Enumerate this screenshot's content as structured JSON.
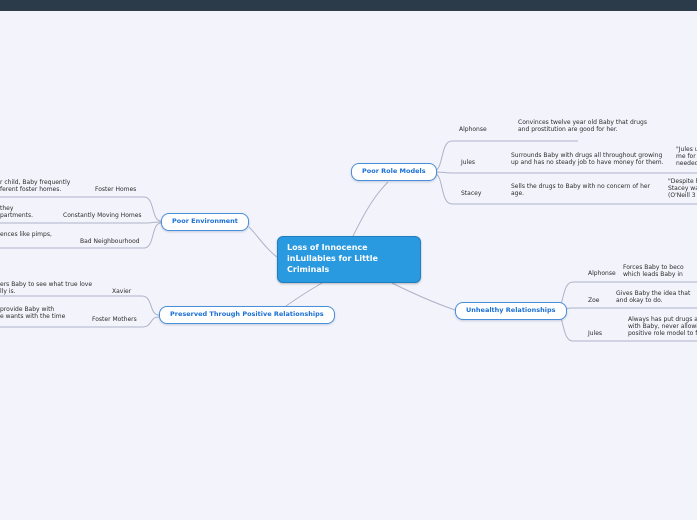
{
  "root": {
    "line1": "Loss of Innocence",
    "line2": "inLullabies for Little",
    "line3": "Criminals"
  },
  "prm": {
    "label": "Poor Role Models",
    "alphonse": {
      "name": "Alphonse",
      "line1": "Convinces twelve year old Baby that drugs",
      "line2": "and prostitution are good for her."
    },
    "jules": {
      "name": "Jules",
      "line1": "Surrounds Baby with drugs all throughout growing",
      "line2": "up and has no steady job to have money for them."
    },
    "stacey": {
      "name": "Stacey",
      "line1": "Sells the drugs to Baby with no concern of her",
      "line2": "age."
    },
    "jules_quote": {
      "line1": "\"Jules u",
      "line2": "me for",
      "line3": "needed"
    },
    "stacey_quote": {
      "line1": "\"Despite h",
      "line2": "Stacey wa",
      "line3": "(O'Neill 3"
    }
  },
  "env": {
    "label": "Poor Environment",
    "foster_homes": {
      "label": "Foster Homes",
      "line1": "r child, Baby frequently",
      "line2": "ferent foster homes."
    },
    "moving": {
      "label": "Constantly Moving Homes",
      "line1": "they",
      "line2": "partments."
    },
    "neighbourhood": {
      "label": "Bad Neighbourhood",
      "line1": "ences like pimps,"
    }
  },
  "preserved": {
    "label": "Preserved Through Positive Relationships",
    "xavier": {
      "label": "Xavier",
      "line1": "ers Baby to see what true love",
      "line2": "lly is."
    },
    "foster_mothers": {
      "label": "Foster Mothers",
      "line1": "provide Baby with",
      "line2": "e wants with the time"
    }
  },
  "unhealthy": {
    "label": "Unhealthy Relationships",
    "alphonse": {
      "name": "Alphonse",
      "line1": "Forces Baby to beco",
      "line2": "which leads Baby in"
    },
    "zoe": {
      "name": "Zoe",
      "line1": "Gives Baby the idea that",
      "line2": "and okay to do."
    },
    "jules": {
      "name": "Jules",
      "line1": "Always has put drugs a",
      "line2": "with Baby, never allowi",
      "line3": "positive role model to f"
    }
  },
  "colors": {
    "background": "#f3f4fb",
    "topbar": "#2b3b4a",
    "root_fill": "#2999e0",
    "branch_border": "#4a8fd9",
    "branch_text": "#1a6fd4",
    "connector": "#adb2c7"
  }
}
